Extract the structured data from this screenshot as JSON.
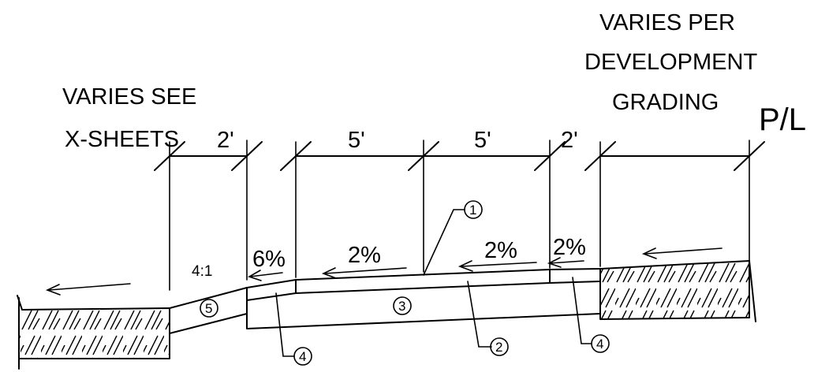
{
  "labels": {
    "varies_see_line1": "VARIES SEE",
    "varies_see_line2": "X-SHEETS",
    "varies_per_line1": "VARIES PER",
    "varies_per_line2": "DEVELOPMENT",
    "varies_per_line3": "GRADING",
    "property_line": "P/L"
  },
  "dimensions": {
    "d1": "2'",
    "d2": "5'",
    "d3": "5'",
    "d4": "2'"
  },
  "slopes": {
    "ratio": "4:1",
    "s1": "6%",
    "s2": "2%",
    "s3": "2%",
    "s4": "2%"
  },
  "callouts": {
    "c1": "1",
    "c2": "2",
    "c3": "3",
    "c4a": "4",
    "c4b": "4",
    "c5": "5"
  }
}
